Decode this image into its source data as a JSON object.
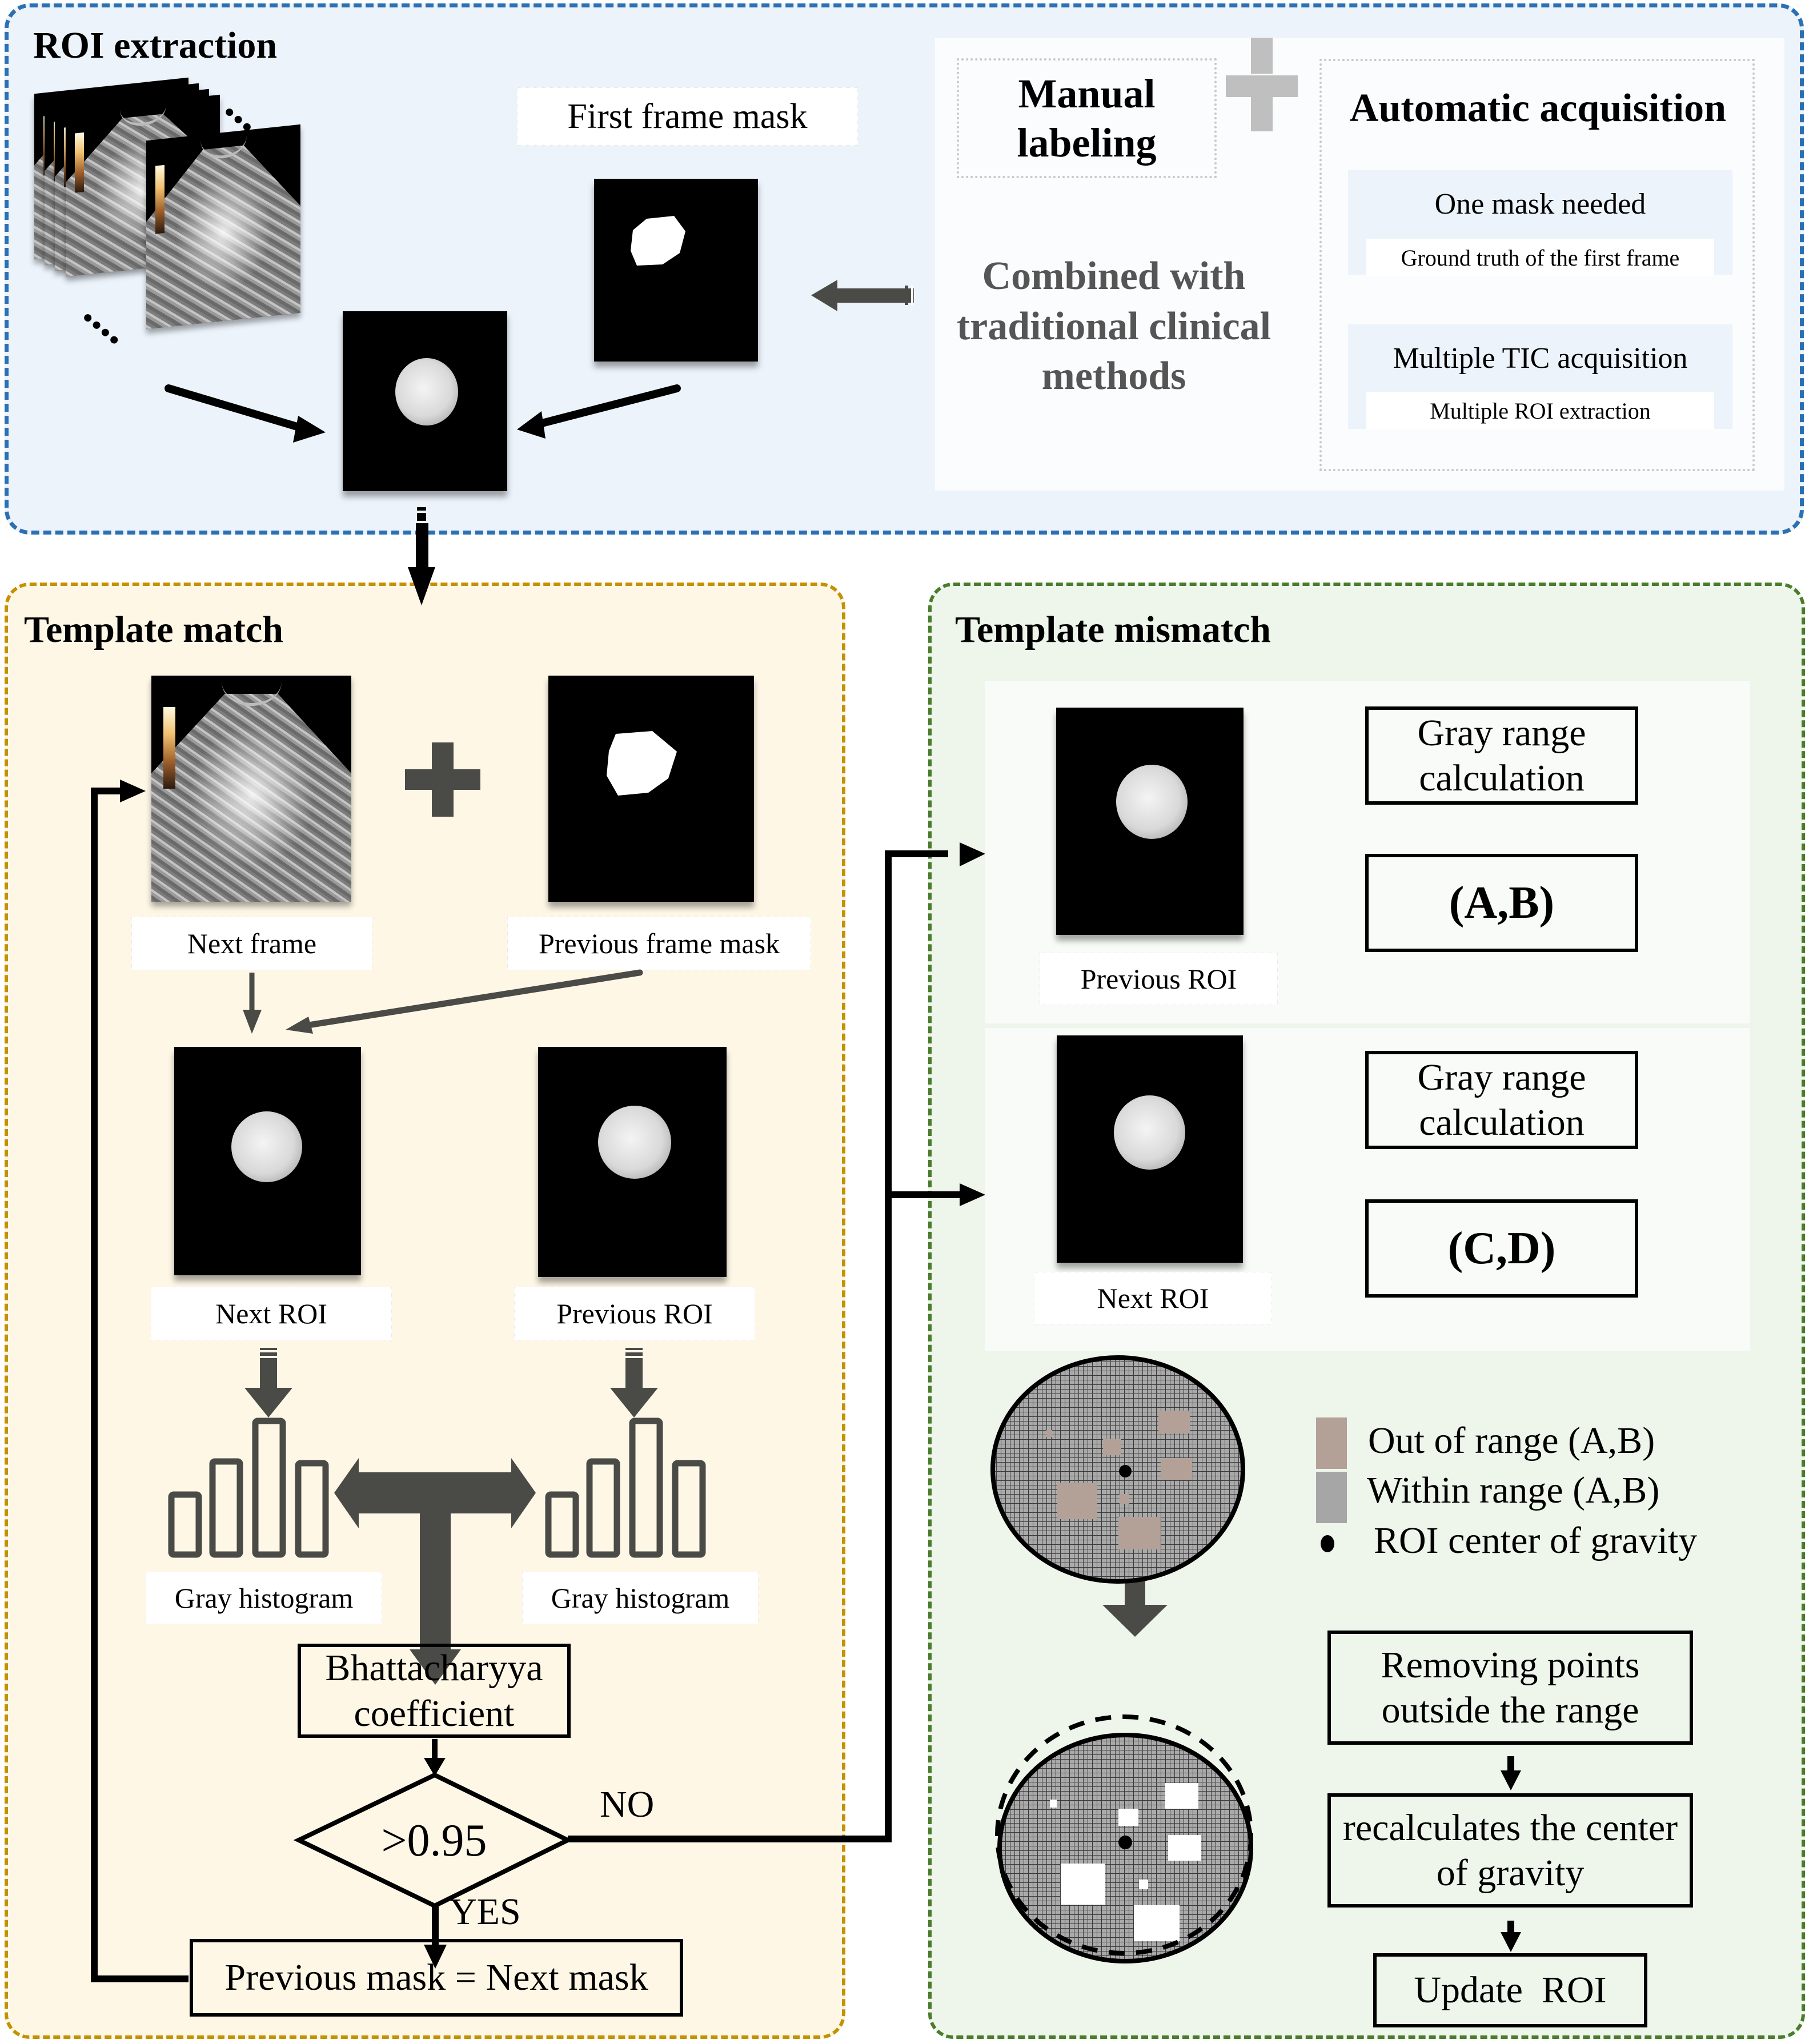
{
  "roi_extraction": {
    "title": "ROI extraction",
    "first_frame_mask_label": "First frame mask",
    "manual_labeling": "Manual\nlabeling",
    "combined_text": "Combined with traditional clinical methods",
    "automatic_acquisition": {
      "title": "Automatic acquisition",
      "items": [
        {
          "heading": "One mask needed",
          "detail": "Ground truth of the first frame"
        },
        {
          "heading": "Multiple TIC acquisition",
          "detail": "Multiple ROI extraction"
        }
      ]
    },
    "ellipsis": "...."
  },
  "template_match": {
    "title": "Template match",
    "next_frame_label": "Next frame",
    "previous_frame_mask_label": "Previous frame mask",
    "next_roi_label": "Next ROI",
    "previous_roi_label": "Previous ROI",
    "histogram_label_left": "Gray histogram",
    "histogram_label_right": "Gray histogram",
    "bhattacharyya": "Bhattacharyya coefficient",
    "decision": ">0.95",
    "yes_label": "YES",
    "no_label": "NO",
    "update_mask": "Previous mask = Next mask"
  },
  "template_mismatch": {
    "title": "Template mismatch",
    "rows": [
      {
        "roi_label": "Previous ROI",
        "calc_label": "Gray range calculation",
        "range": "(A,B)"
      },
      {
        "roi_label": "Next ROI",
        "calc_label": "Gray range calculation",
        "range": "(C,D)"
      }
    ],
    "legend": [
      {
        "label": "Out of range (A,B)",
        "color": "#b3a198"
      },
      {
        "label": "Within range (A,B)",
        "color": "#a6a6a6"
      },
      {
        "label": "ROI center of gravity",
        "color": "#000000"
      }
    ],
    "steps": [
      "Removing points outside the range",
      "recalculates the center of gravity",
      "Update  ROI"
    ]
  },
  "colors": {
    "roi_panel_border": "#2b70b3",
    "roi_panel_bg": "#ecf3fb",
    "match_panel_border": "#c49200",
    "match_panel_bg": "#fef7e6",
    "mismatch_panel_border": "#4a7c2c",
    "mismatch_panel_bg": "#eef6ec",
    "arrow_dark": "#4a4a46",
    "out_of_range": "#b3a198",
    "within_range": "#a6a6a6"
  }
}
